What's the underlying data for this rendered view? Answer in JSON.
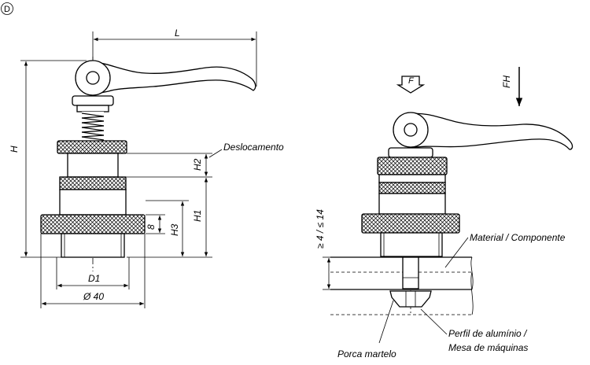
{
  "view_marker": "D",
  "left_dims": {
    "L": "L",
    "H": "H",
    "H2": "H2",
    "H1": "H1",
    "H3": "H3",
    "eight": "8",
    "D1": "D1",
    "D40": "Ø 40"
  },
  "left_labels": {
    "deslocamento": "Deslocamento"
  },
  "right_labels": {
    "F": "F",
    "FH": "FH",
    "range": "≥ 4 / ≤ 14",
    "material": "Material / Componente",
    "perfil_line1": "Perfil de alumínio /",
    "perfil_line2": "Mesa de máquinas",
    "porca": "Porca martelo"
  }
}
